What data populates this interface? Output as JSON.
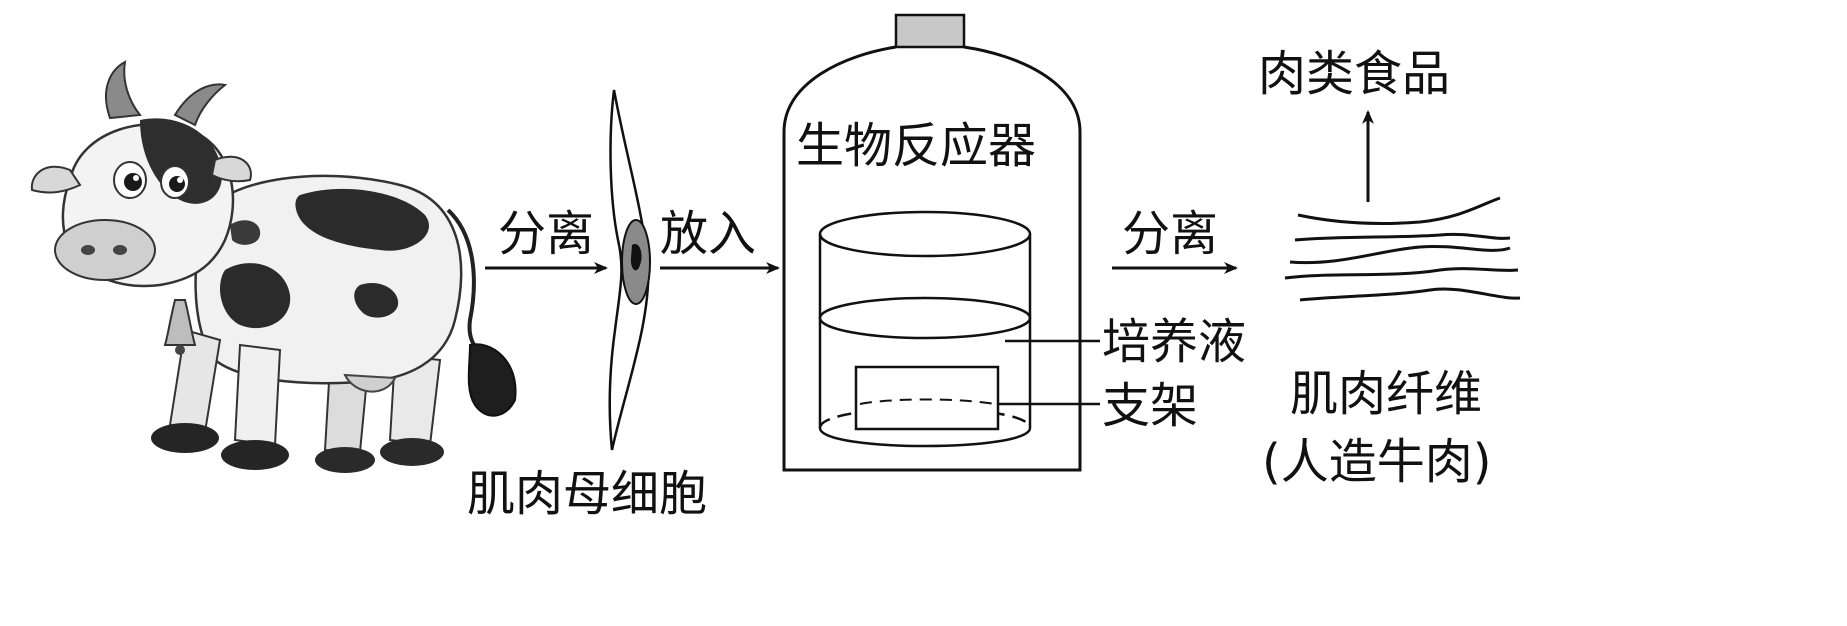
{
  "diagram": {
    "steps": {
      "separate_1": "分离",
      "put_in": "放入",
      "separate_2": "分离"
    },
    "cell_label": "肌肉母细胞",
    "bioreactor_label": "生物反应器",
    "culture_medium_label": "培养液",
    "scaffold_label": "支架",
    "fiber_label": "肌肉纤维",
    "fiber_sublabel": "(人造牛肉)",
    "food_label": "肉类食品"
  },
  "colors": {
    "line": "#111111",
    "cap_fill": "#c8c8c8",
    "cell_nucleus_ring": "#8a8a8a"
  }
}
